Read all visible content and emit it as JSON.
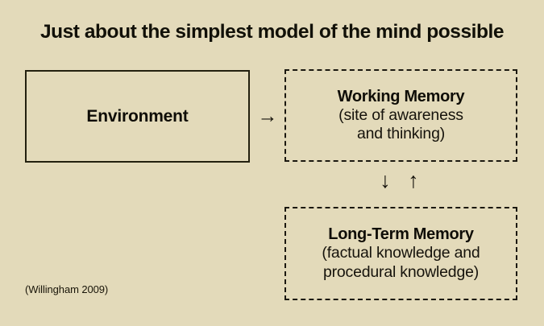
{
  "slide": {
    "background_color": "#e3daba",
    "text_color": "#12100c",
    "title": "Just about the simplest model of the mind possible",
    "citation": "(Willingham 2009)"
  },
  "boxes": {
    "environment": {
      "label": "Environment",
      "border_style": "solid"
    },
    "working_memory": {
      "title": "Working Memory",
      "subtitle_line1": "(site of awareness",
      "subtitle_line2": "and thinking)",
      "border_style": "dashed"
    },
    "long_term_memory": {
      "title": "Long-Term Memory",
      "subtitle_line1": "(factual knowledge and",
      "subtitle_line2": "procedural knowledge)",
      "border_style": "dashed"
    }
  },
  "arrows": {
    "environment_to_working_memory": "→",
    "working_to_longterm": "↓",
    "longterm_to_working": "↑"
  }
}
